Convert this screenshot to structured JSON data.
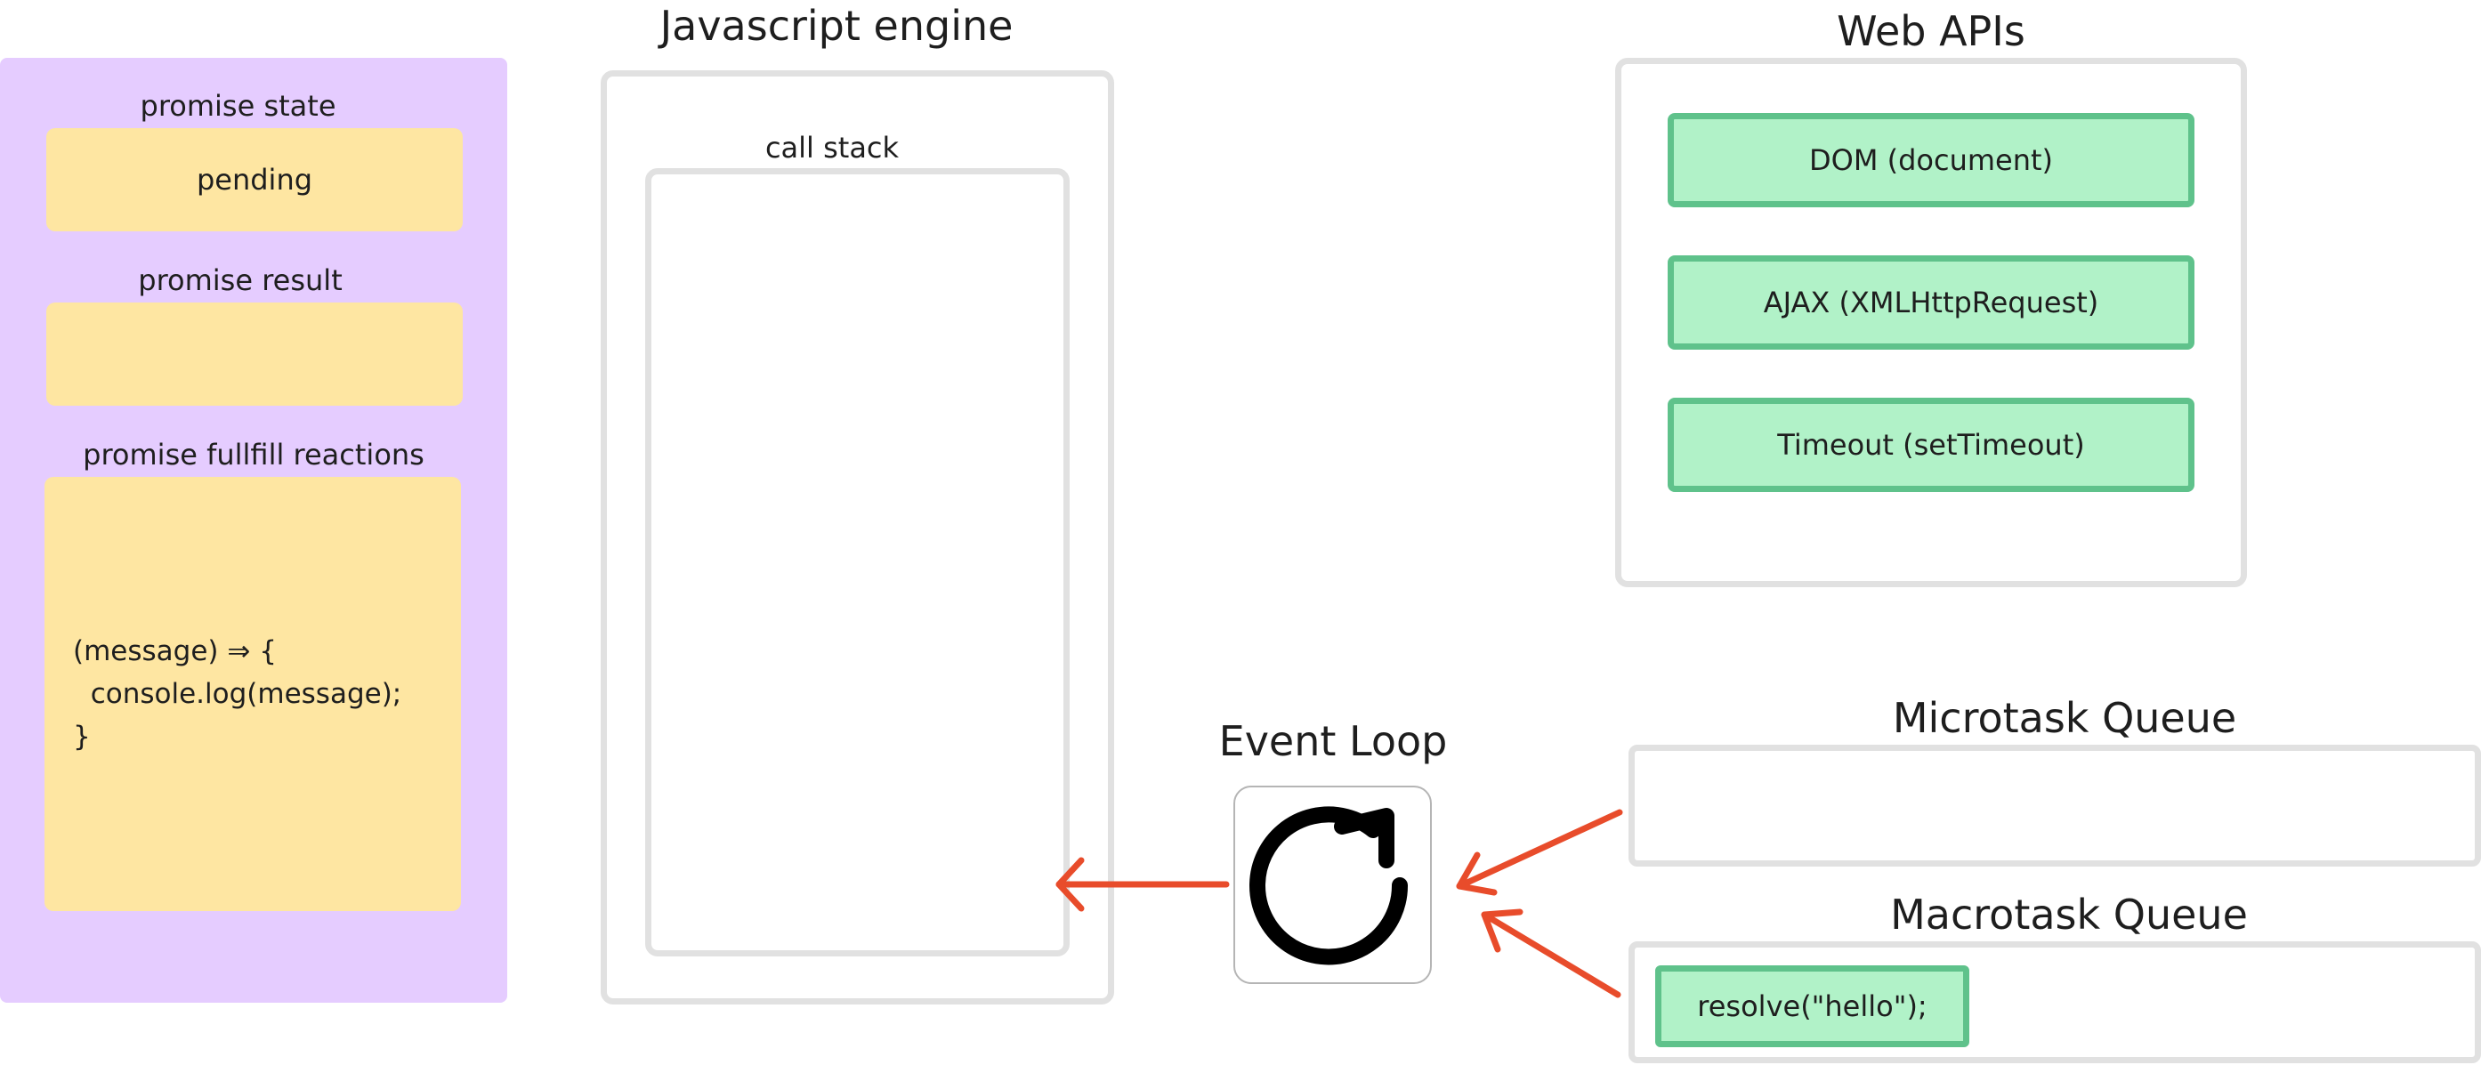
{
  "promise": {
    "state_label": "promise state",
    "state_value": "pending",
    "result_label": "promise result",
    "result_value": "",
    "reactions_label": "promise fullfill reactions",
    "reactions_code": "(message) ⇒ {\n  console.log(message);\n}"
  },
  "engine": {
    "title": "Javascript engine",
    "call_stack_label": "call stack"
  },
  "web_apis": {
    "title": "Web APIs",
    "items": [
      "DOM (document)",
      "AJAX (XMLHttpRequest)",
      "Timeout (setTimeout)"
    ]
  },
  "event_loop": {
    "title": "Event Loop",
    "icon": "refresh-icon"
  },
  "microtask_queue": {
    "title": "Microtask Queue",
    "tasks": []
  },
  "macrotask_queue": {
    "title": "Macrotask Queue",
    "tasks": [
      "resolve(\"hello\");"
    ]
  },
  "colors": {
    "arrow": "#e84c2b",
    "promise_panel": "#e5ccff",
    "promise_box": "#fee6a2",
    "api_fill": "#b1f2c8",
    "api_border": "#5fc28b",
    "frame_border": "#e1e1e1"
  }
}
